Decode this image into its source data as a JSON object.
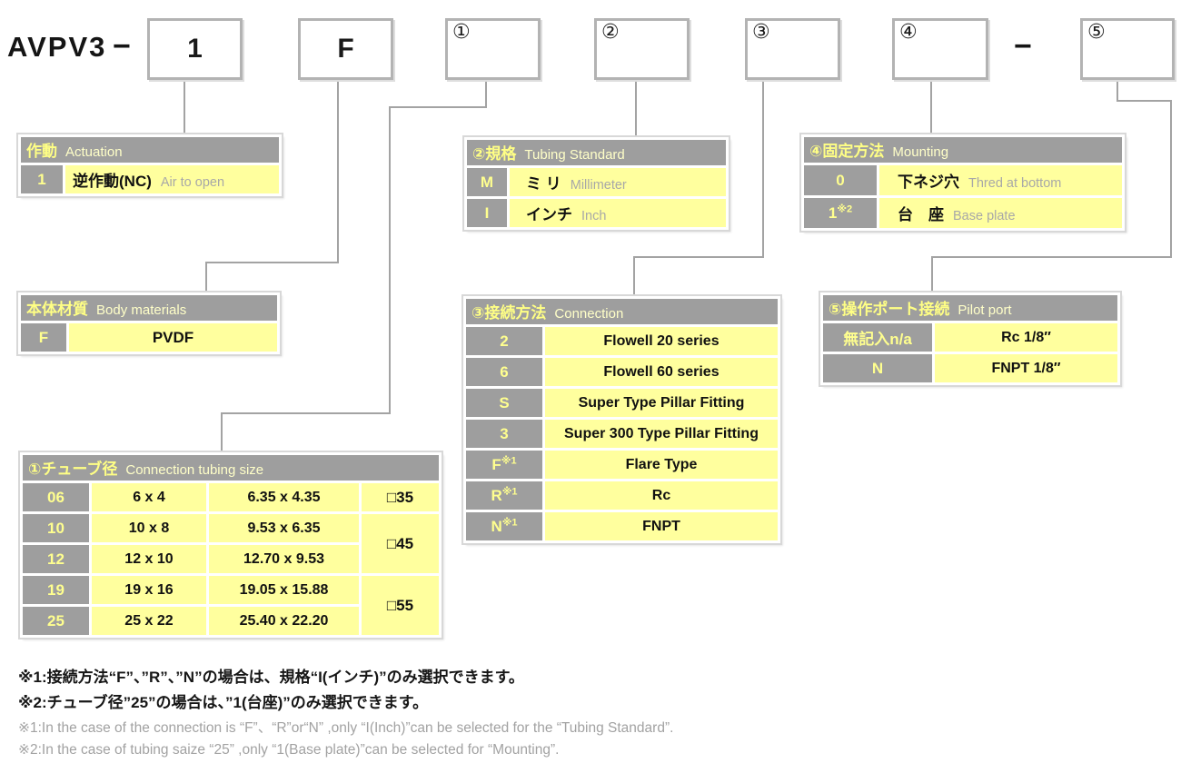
{
  "colors": {
    "header_gray": "#9e9e9e",
    "cell_yellow": "#ffff9e",
    "title_yellow": "#ffff85",
    "muted_gray": "#a8a8a8",
    "connector_gray": "#a3a3a3"
  },
  "model": {
    "prefix": "AVPV3",
    "separator": "−",
    "boxes": [
      {
        "value": "1"
      },
      {
        "value": "F"
      },
      {
        "badge": "①"
      },
      {
        "badge": "②"
      },
      {
        "badge": "③"
      },
      {
        "badge": "④"
      },
      {
        "badge": "⑤"
      }
    ]
  },
  "tables": {
    "actuation": {
      "title_jp": "作動",
      "title_en": "Actuation",
      "rows": [
        {
          "code": "1",
          "jp": "逆作動(NC)",
          "en": "Air to open"
        }
      ]
    },
    "tubing_standard": {
      "title_jp": "②規格",
      "title_en": "Tubing Standard",
      "rows": [
        {
          "code": "M",
          "jp": "ミ リ",
          "en": "Millimeter"
        },
        {
          "code": "I",
          "jp": "インチ",
          "en": "Inch"
        }
      ]
    },
    "mounting": {
      "title_jp": "④固定方法",
      "title_en": "Mounting",
      "rows": [
        {
          "code": "0",
          "sup": "",
          "jp": "下ネジ穴",
          "en": "Thred at bottom"
        },
        {
          "code": "1",
          "sup": "※2",
          "jp": "台　座",
          "en": "Base plate"
        }
      ]
    },
    "body_materials": {
      "title_jp": "本体材質",
      "title_en": "Body materials",
      "rows": [
        {
          "code": "F",
          "value": "PVDF"
        }
      ]
    },
    "connection": {
      "title_jp": "③接続方法",
      "title_en": "Connection",
      "rows": [
        {
          "code": "2",
          "value": "Flowell 20 series"
        },
        {
          "code": "6",
          "value": "Flowell 60 series"
        },
        {
          "code": "S",
          "value": "Super Type Pillar Fitting"
        },
        {
          "code": "3",
          "value": "Super 300 Type Pillar Fitting"
        },
        {
          "code": "F",
          "sup": "※1",
          "value": "Flare Type"
        },
        {
          "code": "R",
          "sup": "※1",
          "value": "Rc"
        },
        {
          "code": "N",
          "sup": "※1",
          "value": "FNPT"
        }
      ]
    },
    "pilot_port": {
      "title_jp": "⑤操作ポート接続",
      "title_en": "Pilot port",
      "rows": [
        {
          "code": "無記入n/a",
          "value": "Rc 1/8″"
        },
        {
          "code": "N",
          "value": "FNPT 1/8″"
        }
      ]
    },
    "tubing_size": {
      "title_jp": "①チューブ径",
      "title_en": "Connection tubing size",
      "rows": [
        {
          "code": "06",
          "metric": "6 x 4",
          "inch": "6.35 x 4.35",
          "size": "□35"
        },
        {
          "code": "10",
          "metric": "10 x 8",
          "inch": "9.53 x 6.35",
          "size": "□45"
        },
        {
          "code": "12",
          "metric": "12 x 10",
          "inch": "12.70 x 9.53"
        },
        {
          "code": "19",
          "metric": "19 x 16",
          "inch": "19.05 x 15.88",
          "size": "□55"
        },
        {
          "code": "25",
          "metric": "25 x 22",
          "inch": "25.40 x 22.20"
        }
      ]
    }
  },
  "footnotes": {
    "jp": [
      "※1:接続方法“F”、”R”、”N”の場合は、規格“I(インチ)”のみ選択できます。",
      "※2:チューブ径”25”の場合は、”1(台座)”のみ選択できます。"
    ],
    "en": [
      "※1:In the case of the connection is “F”、“R”or“N” ,only “I(Inch)”can be selected for the “Tubing Standard”.",
      "※2:In the case of tubing saize “25” ,only “1(Base plate)”can be selected for “Mounting”."
    ]
  }
}
